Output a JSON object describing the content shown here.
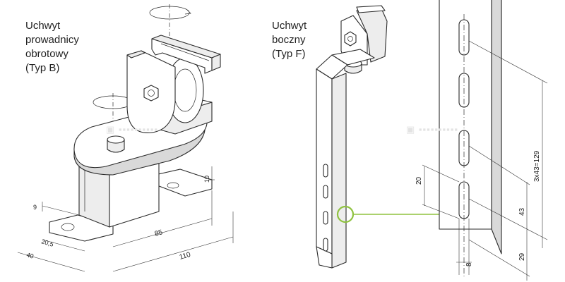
{
  "left_caption": {
    "line1": "Uchwyt",
    "line2": "prowadnicy",
    "line3": "obrotowy",
    "line4": "(Typ B)"
  },
  "right_caption": {
    "line1": "Uchwyt",
    "line2": "boczny",
    "line3": "(Typ F)"
  },
  "left_dimensions": {
    "d10": "10",
    "d9": "9",
    "d85": "85",
    "d110": "110",
    "d20_5": "20,5",
    "d40": "40"
  },
  "right_dimensions": {
    "d3x43": "3x43=129",
    "d20": "20",
    "d43": "43",
    "d29": "29",
    "d8": "8"
  },
  "callout_color": "#8fc23f"
}
